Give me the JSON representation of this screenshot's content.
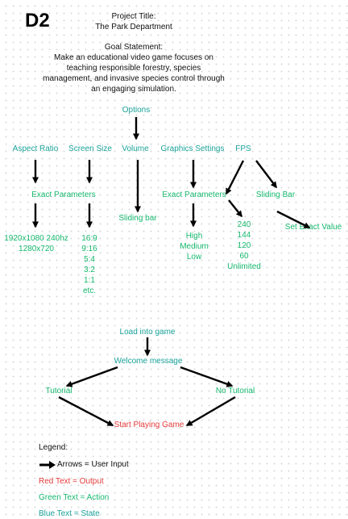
{
  "badge": "D2",
  "header": {
    "project_label": "Project Title:",
    "project_name": "The Park Department",
    "goal_label": "Goal Statement:",
    "goal_lines": [
      "Make an educational video game focuses on",
      "teaching responsible forestry, species",
      "management, and invasive species control through",
      "an engaging simulation."
    ]
  },
  "options_flow": {
    "root": "Options",
    "categories": [
      "Aspect Ratio",
      "Screen Size",
      "Volume",
      "Graphics Settings",
      "FPS"
    ],
    "exact_parameters_left": "Exact Parameters",
    "exact_parameters_right": "Exact Parameters",
    "sliding_bar_volume": "Sliding bar",
    "sliding_bar_fps": "Sliding Bar",
    "set_exact_value": "Set Exact Value",
    "aspect_values": [
      "1920x1080 240hz",
      "1280x720"
    ],
    "screen_values": [
      "16:9",
      "9:16",
      "5:4",
      "3:2",
      "1:1",
      "etc."
    ],
    "graphics_values": [
      "High",
      "Medium",
      "Low"
    ],
    "fps_values": [
      "240",
      "144",
      "120",
      "60",
      "Unlimited"
    ]
  },
  "game_flow": {
    "load": "Load into game",
    "welcome": "Welcome message",
    "tutorial": "Tutorial",
    "no_tutorial": "No Tutorial",
    "start": "Start Playing Game"
  },
  "legend": {
    "title": "Legend:",
    "arrows": "Arrows = User Input",
    "red": "Red Text = Output",
    "green": "Green Text = Action",
    "blue": "Blue Text = State"
  },
  "colors": {
    "state": "#1aa39a",
    "action": "#16b86e",
    "output": "#e53b3b",
    "arrow": "#000000"
  }
}
